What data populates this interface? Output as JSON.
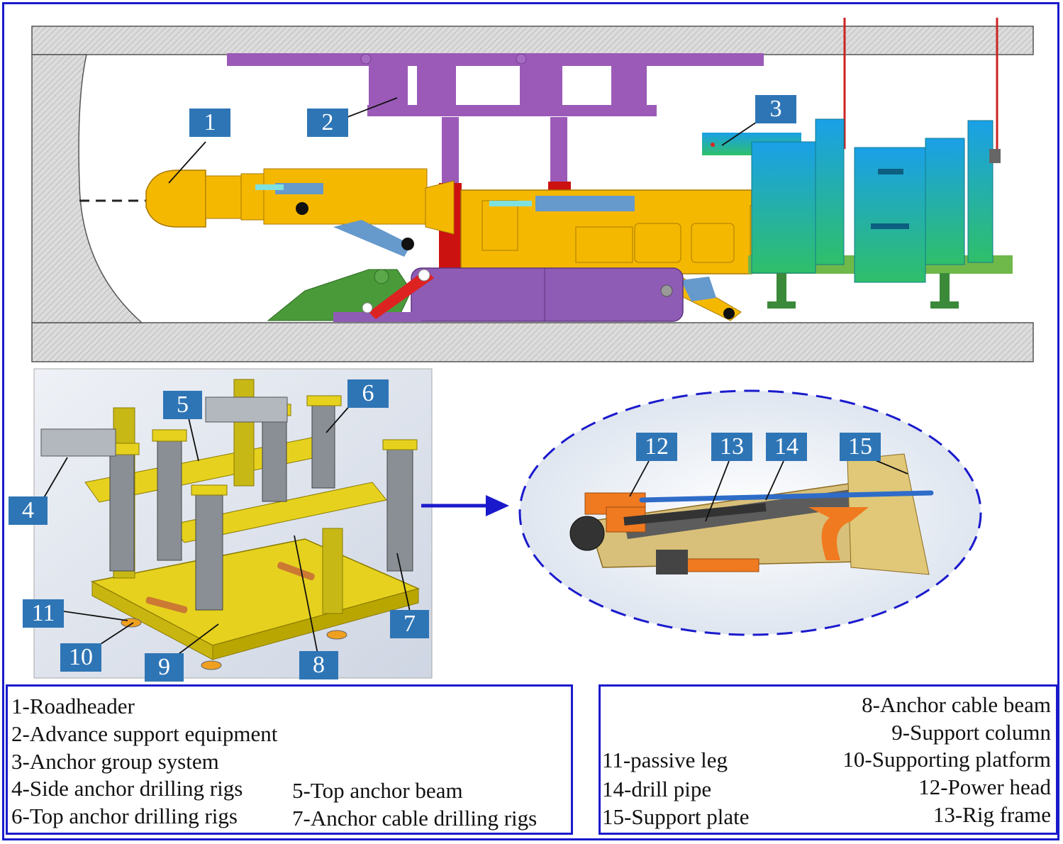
{
  "callouts": {
    "c1": "1",
    "c2": "2",
    "c3": "3",
    "c4": "4",
    "c5": "5",
    "c6": "6",
    "c7": "7",
    "c8": "8",
    "c9": "9",
    "c10": "10",
    "c11": "11",
    "c12": "12",
    "c13": "13",
    "c14": "14",
    "c15": "15"
  },
  "legend_left": {
    "l1": "1-Roadheader",
    "l2": "2-Advance support equipment",
    "l3": "3-Anchor group system",
    "l4": "4-Side anchor drilling rigs",
    "l5": "5-Top anchor beam",
    "l6": "6-Top anchor drilling rigs",
    "l7": "7-Anchor cable drilling rigs"
  },
  "legend_right": {
    "l8": "8-Anchor cable beam",
    "l9": "9-Support column",
    "l11": "11-passive leg",
    "l10": "10-Supporting platform",
    "l14": "14-drill pipe",
    "l12": "12-Power head",
    "l15": "15-Support plate",
    "l13": "13-Rig frame"
  },
  "colors": {
    "frame": "#1a1acc",
    "badge": "#2e75b6",
    "roadheader": "#f5b800",
    "support": "#9b59b6",
    "anchor_system": "#1ea6c8",
    "rock": "#d9d9d9",
    "rig_frame": "#e6d21e"
  }
}
